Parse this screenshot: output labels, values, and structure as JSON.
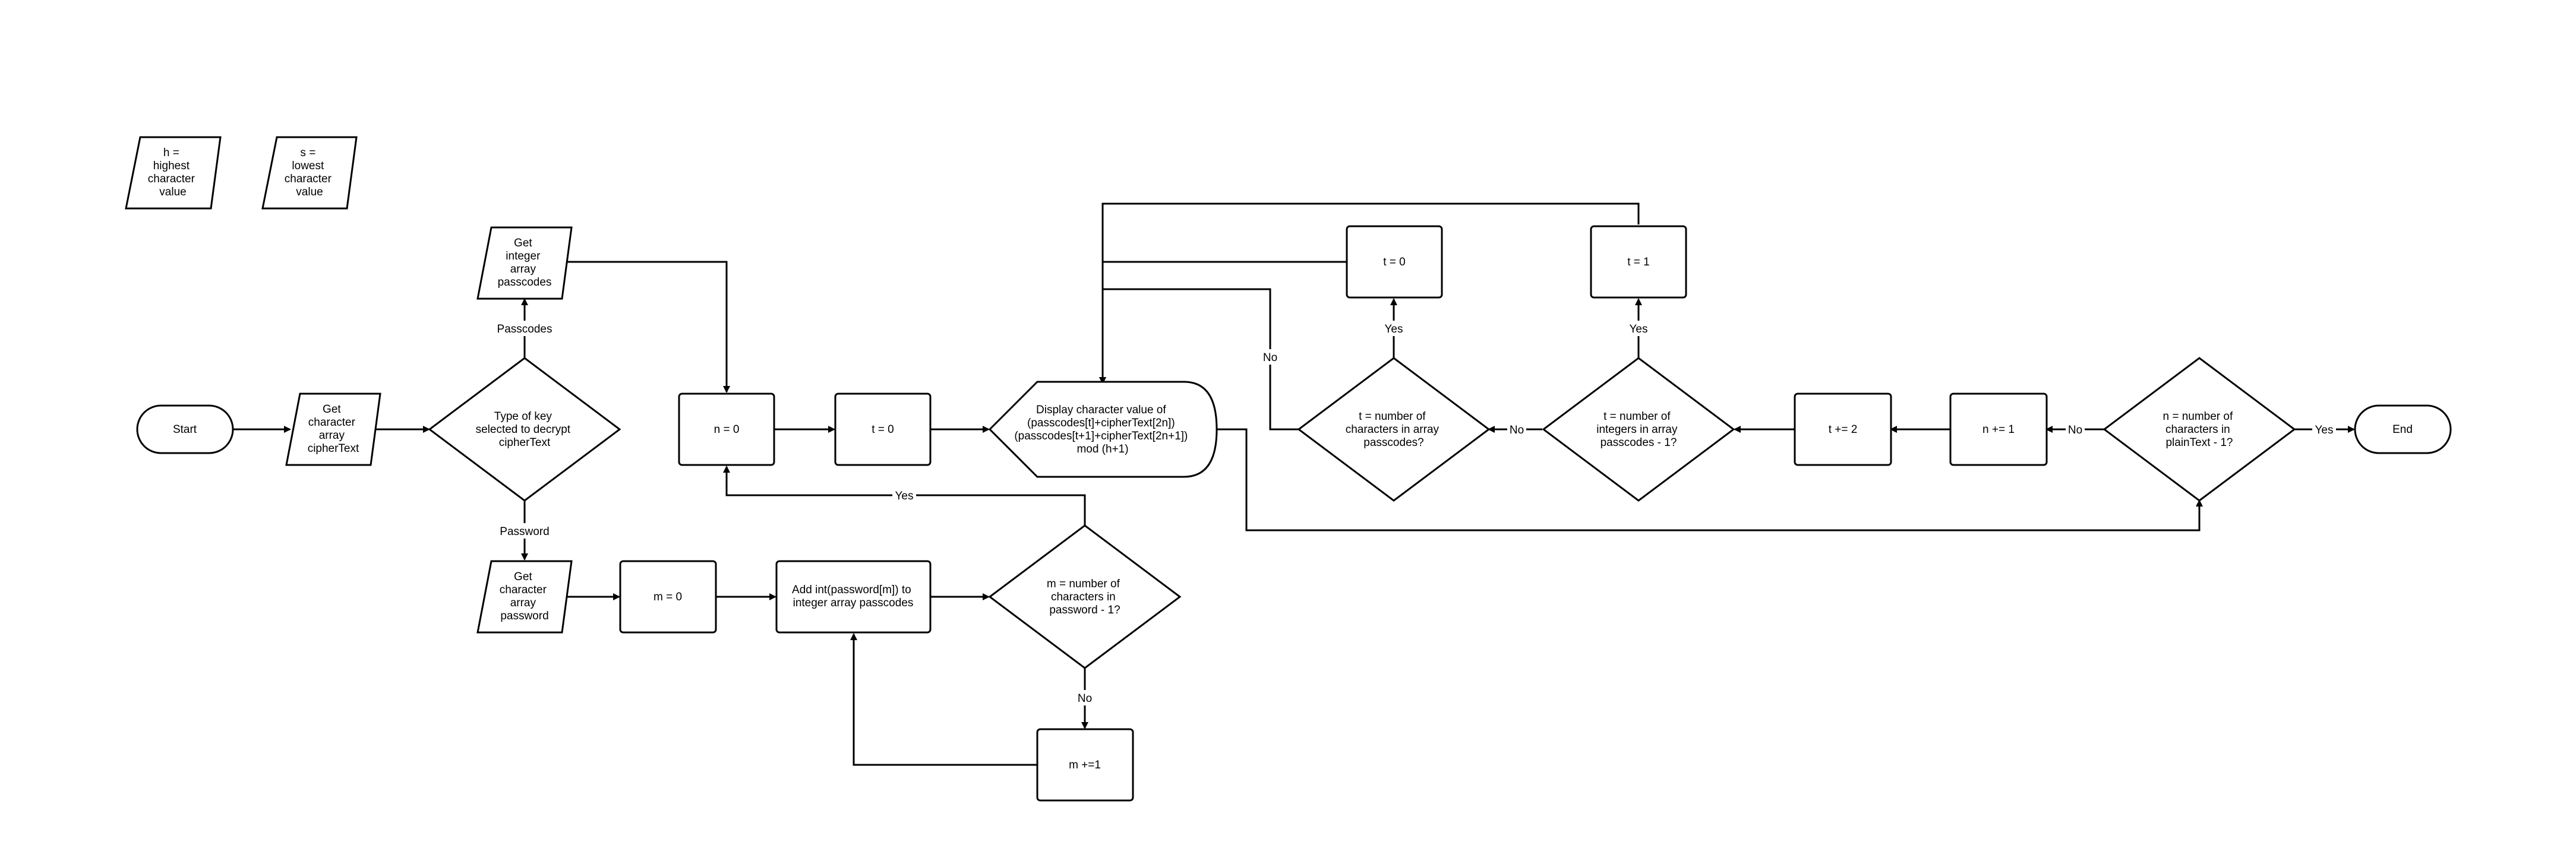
{
  "nodes": {
    "h_note": [
      "h =",
      "highest",
      "character",
      "value"
    ],
    "s_note": [
      "s =",
      "lowest",
      "character",
      "value"
    ],
    "start": [
      "Start"
    ],
    "get_ciphertext": [
      "Get",
      "character",
      "array",
      "cipherText"
    ],
    "key_type": [
      "Type of key",
      "selected to decrypt",
      "cipherText"
    ],
    "get_passcodes": [
      "Get",
      "integer",
      "array",
      "passcodes"
    ],
    "get_password": [
      "Get",
      "character",
      "array",
      "password"
    ],
    "n_zero": [
      "n = 0"
    ],
    "t_zero_a": [
      "t = 0"
    ],
    "display": [
      "Display character value of",
      "(passcodes[t]+cipherText[2n])",
      "(passcodes[t+1]+cipherText[2n+1])",
      "mod (h+1)"
    ],
    "t_zero_b": [
      "t = 0"
    ],
    "t_one": [
      "t = 1"
    ],
    "t_passcodes_q": [
      "t = number of",
      "characters in array",
      "passcodes?"
    ],
    "t_integers_q": [
      "t = number of",
      "integers in array",
      "passcodes - 1?"
    ],
    "t_plus_two": [
      "t += 2"
    ],
    "n_plus_one": [
      "n += 1"
    ],
    "n_plaintext_q": [
      "n = number of",
      "characters in",
      "plainText - 1?"
    ],
    "end": [
      "End"
    ],
    "m_zero": [
      "m = 0"
    ],
    "add_int": [
      "Add int(password[m]) to",
      "integer array passcodes"
    ],
    "m_password_q": [
      "m = number of",
      "characters in",
      "password - 1?"
    ],
    "m_plus_one": [
      "m +=1"
    ]
  },
  "edge_labels": {
    "passcodes": "Passcodes",
    "password": "Password",
    "yes_m_loop": "Yes",
    "no_m_loop": "No",
    "no_t_passcodes": "No",
    "yes_t_passcodes": "Yes",
    "no_t_integers": "No",
    "yes_t_integers": "Yes",
    "no_n_plaintext": "No",
    "yes_n_plaintext": "Yes"
  }
}
